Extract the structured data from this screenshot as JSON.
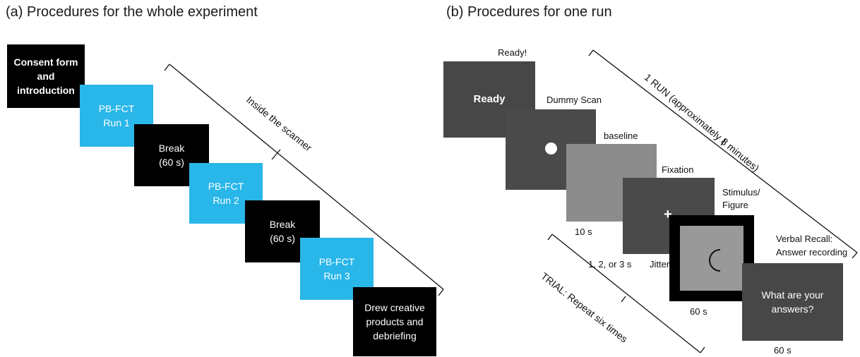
{
  "panel_a": {
    "title": "(a) Procedures for the whole experiment",
    "steps": [
      {
        "text": "Consent form\nand\nintroduction",
        "style": "black-bold"
      },
      {
        "text": "PB-FCT\nRun 1",
        "style": "cyan"
      },
      {
        "text": "Break\n(60 s)",
        "style": "black"
      },
      {
        "text": "PB-FCT\nRun 2",
        "style": "cyan"
      },
      {
        "text": "Break\n(60 s)",
        "style": "black"
      },
      {
        "text": "PB-FCT\nRun 3",
        "style": "cyan"
      },
      {
        "text": "Drew creative\nproducts and\ndebriefing",
        "style": "black"
      }
    ],
    "bracket_label": "Inside the scanner"
  },
  "panel_b": {
    "title": "(b) Procedures for one run",
    "screens": {
      "ready": {
        "caption": "Ready!",
        "text": "Ready"
      },
      "dummy": {
        "caption": "Dummy Scan"
      },
      "baseline": {
        "caption": "baseline",
        "duration": "10 s"
      },
      "fixation": {
        "caption": "Fixation",
        "symbol": "+",
        "duration": "1, 2, or 3 s",
        "extra": "Jitter"
      },
      "stimulus": {
        "caption": "Stimulus/\nFigure",
        "duration": "60 s"
      },
      "recall": {
        "caption": "Verbal Recall:\nAnswer recording",
        "text": "What are your\nanswers?",
        "duration": "60 s"
      }
    },
    "run_bracket_label": "1 RUN (approximately 8 minutes)",
    "trial_bracket_label": "TRIAL: Repeat six times"
  },
  "colors": {
    "cyan": "#29b6e9",
    "black": "#000000",
    "dark_gray": "#474747",
    "mid_gray": "#8c8c8c"
  }
}
